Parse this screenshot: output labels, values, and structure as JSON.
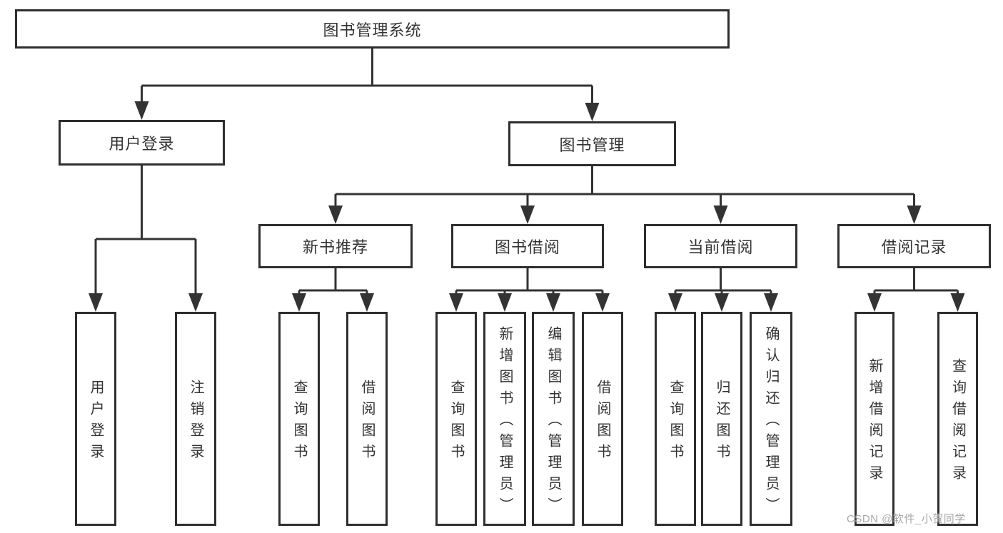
{
  "diagram_title": "图书管理系统",
  "tree": {
    "label": "图书管理系统",
    "children": [
      {
        "label": "用户登录",
        "children": [
          {
            "label": "用户登录"
          },
          {
            "label": "注销登录"
          }
        ]
      },
      {
        "label": "图书管理",
        "children": [
          {
            "label": "新书推荐",
            "children": [
              {
                "label": "查询图书"
              },
              {
                "label": "借阅图书"
              }
            ]
          },
          {
            "label": "图书借阅",
            "children": [
              {
                "label": "查询图书"
              },
              {
                "label": "新增图书（管理员）"
              },
              {
                "label": "编辑图书（管理员）"
              },
              {
                "label": "借阅图书"
              }
            ]
          },
          {
            "label": "当前借阅",
            "children": [
              {
                "label": "查询图书"
              },
              {
                "label": "归还图书"
              },
              {
                "label": "确认归还（管理员）"
              }
            ]
          },
          {
            "label": "借阅记录",
            "children": [
              {
                "label": "新增借阅记录"
              },
              {
                "label": "查询借阅记录"
              }
            ]
          }
        ]
      }
    ]
  },
  "watermark": "CSDN @软件_小贺同学",
  "colors": {
    "line": "#333333",
    "box_border": "#2e2e2e",
    "text": "#333333",
    "background": "#ffffff",
    "watermark": "#a8a8a8"
  }
}
